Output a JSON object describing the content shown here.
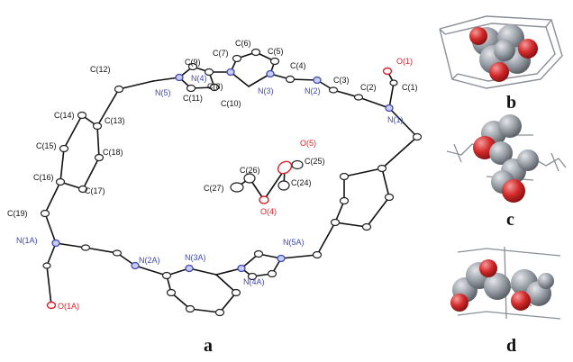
{
  "colors": {
    "carbon": "#222222",
    "nitrogen": "#3d49b6",
    "oxygen": "#d9232a",
    "sphere_grey": "#8e939a",
    "sphere_red": "#d02b2b"
  },
  "atom_labels": {
    "C1": "C(1)",
    "C2": "C(2)",
    "C3": "C(3)",
    "C4": "C(4)",
    "C5": "C(5)",
    "C6": "C(6)",
    "C7": "C(7)",
    "C8": "C(8)",
    "C9": "C(9)",
    "C10": "C(10)",
    "C11": "C(11)",
    "C12": "C(12)",
    "C13": "C(13)",
    "C14": "C(14)",
    "C15": "C(15)",
    "C16": "C(16)",
    "C17": "C(17)",
    "C18": "C(18)",
    "C19": "C(19)",
    "C24": "C(24)",
    "C25": "C(25)",
    "C26": "C(26)",
    "C27": "C(27)",
    "N1": "N(1)",
    "N2": "N(2)",
    "N3": "N(3)",
    "N4": "N(4)",
    "N5": "N(5)",
    "N1A": "N(1A)",
    "N2A": "N(2A)",
    "N3A": "N(3A)",
    "N4A": "N(4A)",
    "N5A": "N(5A)",
    "O1": "O(1)",
    "O1A": "O(1A)",
    "O4": "O(4)",
    "O5": "O(5)"
  },
  "panel_labels": {
    "a": "a",
    "b": "b",
    "c": "c",
    "d": "d"
  }
}
